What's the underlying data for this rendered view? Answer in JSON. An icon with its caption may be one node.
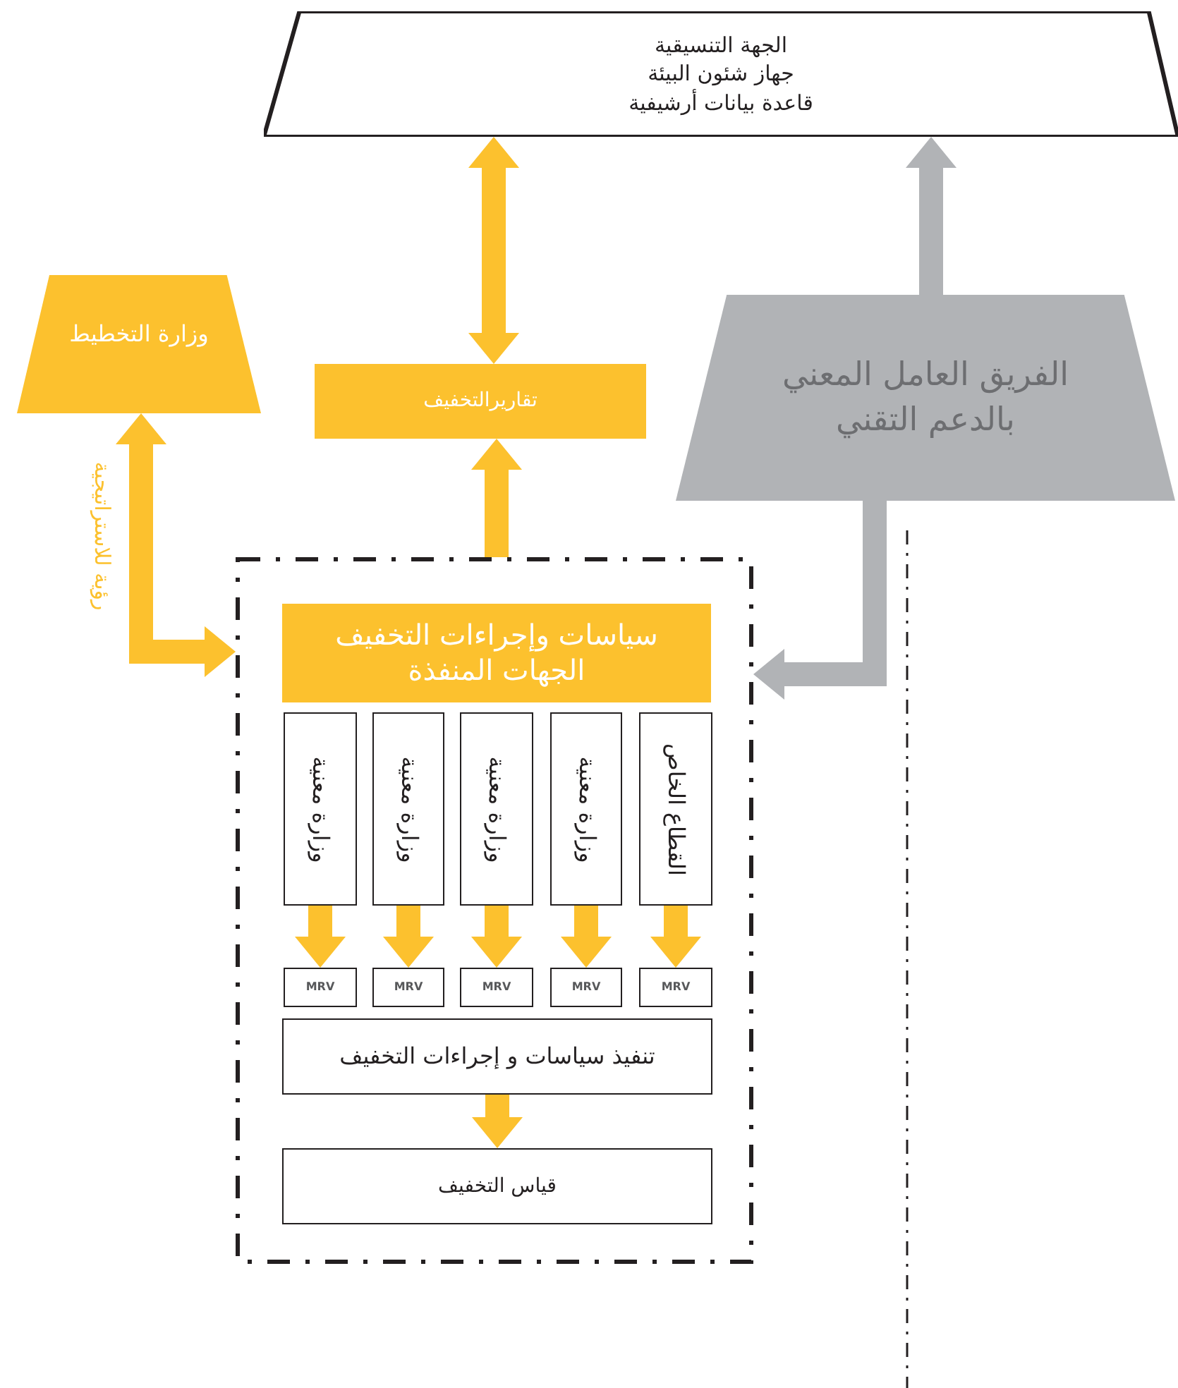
{
  "diagram": {
    "nodes": [
      {
        "text": [
          "الجهة التنسيقية",
          "جهاز شئون البيئة",
          "قاعدة بيانات أرشيفية"
        ]
      },
      {
        "text": [
          "وزارة التخطيط"
        ]
      },
      {
        "text": [
          "تقاريرالتخفيف"
        ]
      },
      {
        "text": [
          "الفريق العامل المعني بالدعم التقني"
        ]
      },
      {
        "text": [],
        "shape": "box"
      },
      {
        "text": [
          "سياسات وإجراءات التخفيف",
          "الجهات المنفذة"
        ],
        "in": 4
      },
      {
        "text": [
          "وزارة معنية"
        ],
        "in": 4
      },
      {
        "text": [
          "وزارة معنية"
        ],
        "in": 4
      },
      {
        "text": [
          "وزارة معنية"
        ],
        "in": 4
      },
      {
        "text": [
          "وزارة معنية"
        ],
        "in": 4
      },
      {
        "text": [
          "القطاع الخاص"
        ],
        "in": 4
      },
      {
        "text": [
          "MRV"
        ],
        "in": 4
      },
      {
        "text": [
          "MRV"
        ],
        "in": 4
      },
      {
        "text": [
          "MRV"
        ],
        "in": 4
      },
      {
        "text": [
          "MRV"
        ],
        "in": 4
      },
      {
        "text": [
          "MRV"
        ],
        "in": 4
      },
      {
        "text": [
          "تنفيذ سياسات و إجراءات التخفيف"
        ],
        "in": 4
      },
      {
        "text": [
          "قياس التخفيف"
        ],
        "in": 4
      }
    ],
    "edges": [
      {
        "from": 2,
        "to": 0,
        "arrow": "both"
      },
      {
        "from": 4,
        "to": 2,
        "arrow": "to"
      },
      {
        "from": 1,
        "to": 4,
        "arrow": "both",
        "label": "رؤية للاستراتيجية"
      },
      {
        "from": 3,
        "to": 0,
        "arrow": "to",
        "color": "#b1b3b6"
      },
      {
        "from": 3,
        "to": 4,
        "arrow": "to",
        "color": "#b1b3b6"
      },
      {
        "from": 6,
        "to": 11,
        "arrow": "to"
      },
      {
        "from": 7,
        "to": 12,
        "arrow": "to"
      },
      {
        "from": 8,
        "to": 13,
        "arrow": "to"
      },
      {
        "from": 9,
        "to": 14,
        "arrow": "to"
      },
      {
        "from": 10,
        "to": 15,
        "arrow": "to"
      },
      {
        "from": 16,
        "to": 17,
        "arrow": "to"
      }
    ]
  }
}
